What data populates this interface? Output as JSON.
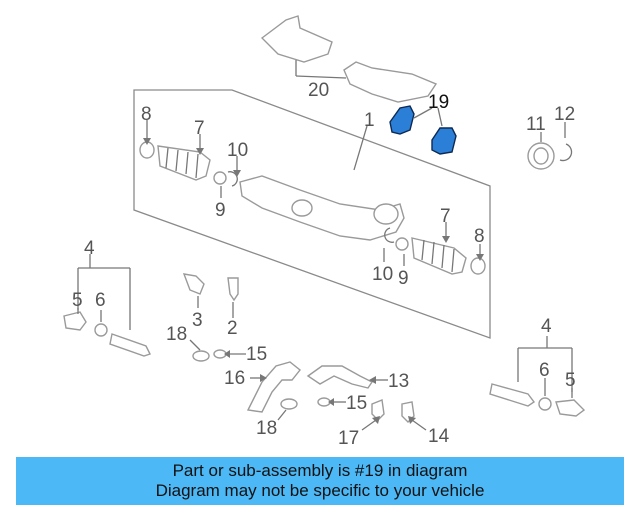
{
  "colors": {
    "highlight_fill": "#2c7fd6",
    "highlight_stroke": "#0d2a55",
    "caption_bg": "#4cb8f5",
    "line": "#777777"
  },
  "callouts": {
    "c1": "1",
    "c2": "2",
    "c3": "3",
    "c4a": "4",
    "c4b": "4",
    "c5a": "5",
    "c5b": "5",
    "c6a": "6",
    "c6b": "6",
    "c7a": "7",
    "c7b": "7",
    "c8a": "8",
    "c8b": "8",
    "c9a": "9",
    "c9b": "9",
    "c10a": "10",
    "c10b": "10",
    "c11": "11",
    "c12": "12",
    "c13": "13",
    "c14": "14",
    "c15a": "15",
    "c15b": "15",
    "c16": "16",
    "c17": "17",
    "c18a": "18",
    "c18b": "18",
    "c19": "19",
    "c20": "20"
  },
  "caption": {
    "line1": "Part or sub-assembly is #19 in diagram",
    "line2": "Diagram may not be specific to your vehicle"
  }
}
